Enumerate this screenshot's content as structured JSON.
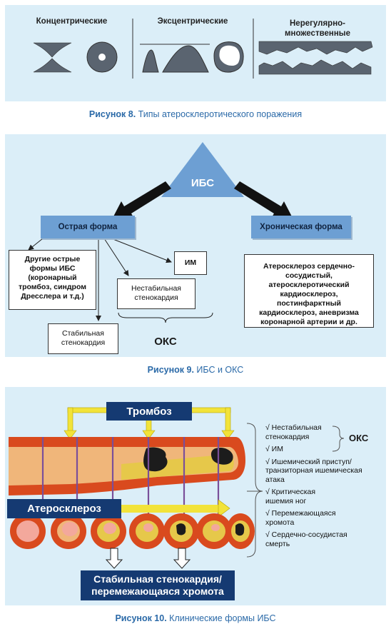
{
  "fig8": {
    "labels": [
      "Концентрические",
      "Эксцентрические",
      "Нерегулярно-\nмножественные"
    ],
    "caption_num": "Рисунок 8.",
    "caption_text": "Типы атеросклеротического поражения"
  },
  "fig9": {
    "top": "ИБС",
    "acute": "Острая форма",
    "chronic": "Хроническая форма",
    "other_acute": "Другие острые формы ИБС (коронарный тромбоз, синдром Дресслера и т.д.)",
    "stable": "Стабильная стенокардия",
    "unstable": "Нестабильная стенокардия",
    "im": "ИМ",
    "oks": "ОКС",
    "chronic_desc": "Атеросклероз сердечно-сосудистый, атеросклеротический кардиосклероз, постинфарктный кардиосклероз, аневризма коронарной артерии и др.",
    "caption_num": "Рисунок 9.",
    "caption_text": "ИБС и ОКС"
  },
  "fig10": {
    "thrombosis": "Тромбоз",
    "atherosclerosis": "Атеросклероз",
    "bottom": "Стабильная стенокардия/\nперемежающаяся хромота",
    "list": [
      "√ Нестабильная стенокардия",
      "√ ИМ",
      "√ Ишемический приступ/ транзиторная ишемическая атака",
      "√ Критическая ишемия ног",
      "√ Перемежающаяся хромота",
      "√ Сердечно-сосудистая смерть"
    ],
    "oks": "ОКС",
    "caption_num": "Рисунок 10.",
    "caption_text": "Клинические формы ИБС"
  }
}
